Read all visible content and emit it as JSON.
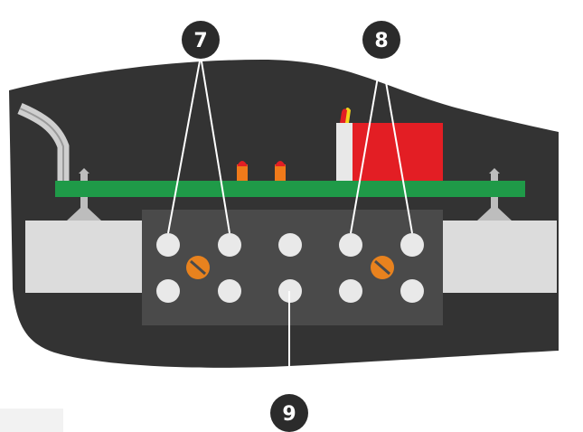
{
  "diagram": {
    "callouts": [
      {
        "id": "7",
        "label": "7"
      },
      {
        "id": "8",
        "label": "8"
      },
      {
        "id": "9",
        "label": "9"
      }
    ],
    "colors": {
      "housing": "#333333",
      "board": "#1f9a48",
      "terminal_block": "#4a4a4a",
      "terminal_hole": "#e9e9e9",
      "screw": "#e8821e",
      "relay": "#e31e24",
      "led_orange": "#f07a1a",
      "led_red": "#e31e24",
      "side_block": "#dcdcdc",
      "callout_bg": "#2b2b2b"
    },
    "icons": [
      "terminal-hole-icon",
      "adjustment-screw-icon",
      "led-icon",
      "relay-icon",
      "standoff-icon"
    ]
  }
}
